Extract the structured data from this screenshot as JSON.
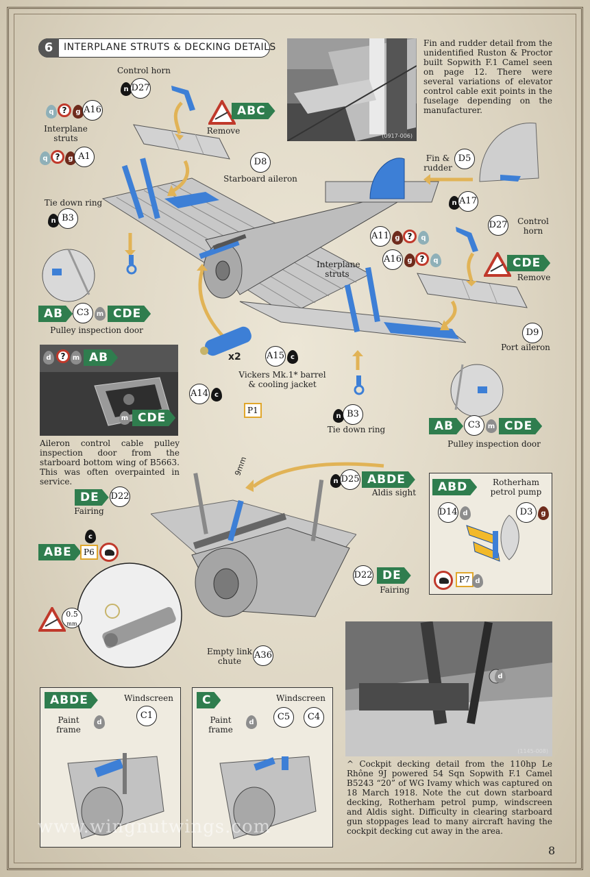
{
  "step": {
    "number": "6",
    "title": "INTERPLANE STRUTS & DECKING DETAILS"
  },
  "photo_top": {
    "id": "(0917-006)",
    "caption": "Fin and rudder detail from the unidentified Ruston & Proctor built Sopwith F.1 Camel seen on page 12. There were several variations of elevator control cable exit points in the fuselage depending on the manufacturer."
  },
  "labels": {
    "control_horn_1": "Control horn",
    "d27_1": "D27",
    "remove_1": "Remove",
    "abc": "ABC",
    "a16_1": "A16",
    "interplane_struts_1": "Interplane struts",
    "a1": "A1",
    "d8": "D8",
    "starboard_aileron": "Starboard aileron",
    "tie_down_ring_1": "Tie down ring",
    "b3_1": "B3",
    "d5": "D5",
    "fin_rudder": "Fin & rudder",
    "a17": "A17",
    "d27_2": "D27",
    "control_horn_2": "Control horn",
    "cde_1": "CDE",
    "remove_2": "Remove",
    "a11": "A11",
    "a16_2": "A16",
    "interplane_struts_2": "Interplane struts",
    "d9": "D9",
    "port_aileron": "Port aileron",
    "ab_1": "AB",
    "c3_1": "C3",
    "cde_2": "CDE",
    "pulley_door_1": "Pulley inspection door",
    "ab_2": "AB",
    "cde_3": "CDE",
    "a15": "A15",
    "x2": "x2",
    "vickers": "Vickers Mk.1* barrel & cooling jacket",
    "a14": "A14",
    "p1": "P1",
    "b3_2": "B3",
    "tie_down_ring_2": "Tie down ring",
    "ab_3": "AB",
    "c3_2": "C3",
    "cde_4": "CDE",
    "pulley_door_2": "Pulley inspection door",
    "m": "m",
    "d": "d",
    "c": "c",
    "n": "n",
    "q": "q",
    "g": "g"
  },
  "aileron_caption": "Aileron control cable pulley inspection door from the starboard bottom wing of B5663. This was often overpainted in service.",
  "cockpit": {
    "dim": "9mm",
    "d25": "D25",
    "abde": "ABDE",
    "aldis": "Aldis sight",
    "de_1": "DE",
    "d22_1": "D22",
    "fairing_1": "Fairing",
    "abe": "ABE",
    "p6": "P6",
    "thick": "0.5",
    "mm": "mm",
    "d22_2": "D22",
    "de_2": "DE",
    "fairing_2": "Fairing",
    "empty_chute": "Empty link chute",
    "a36": "A36"
  },
  "rotherham": {
    "abd": "ABD",
    "title": "Rotherham petrol pump",
    "d14": "D14",
    "d3": "D3",
    "p7": "P7"
  },
  "photo_bottom": {
    "id": "(1145-008)",
    "caption": "^ Cockpit decking detail from the 110hp Le Rhône 9J powered 54 Sqn Sopwith F.1 Camel B5243 “20” of WG Ivamy which was captured on 18 March 1918. Note the cut down starboard decking, Rotherham petrol pump, windscreen and Aldis sight. Difficulty in clearing starboard gun stoppages lead to many aircraft having the cockpit decking cut away in the area.",
    "tag": "d"
  },
  "windscreen_1": {
    "tag": "ABDE",
    "label": "Windscreen",
    "paint": "Paint frame",
    "c1": "C1"
  },
  "windscreen_2": {
    "tag": "C",
    "label": "Windscreen",
    "paint": "Paint frame",
    "c5": "C5",
    "c4": "C4"
  },
  "watermark": "www.wingnutwings.com",
  "page_number": "8",
  "colors": {
    "accent": "#2f7d4e",
    "part_blue": "#3d7fd6",
    "frame": "#6b5e4b"
  }
}
